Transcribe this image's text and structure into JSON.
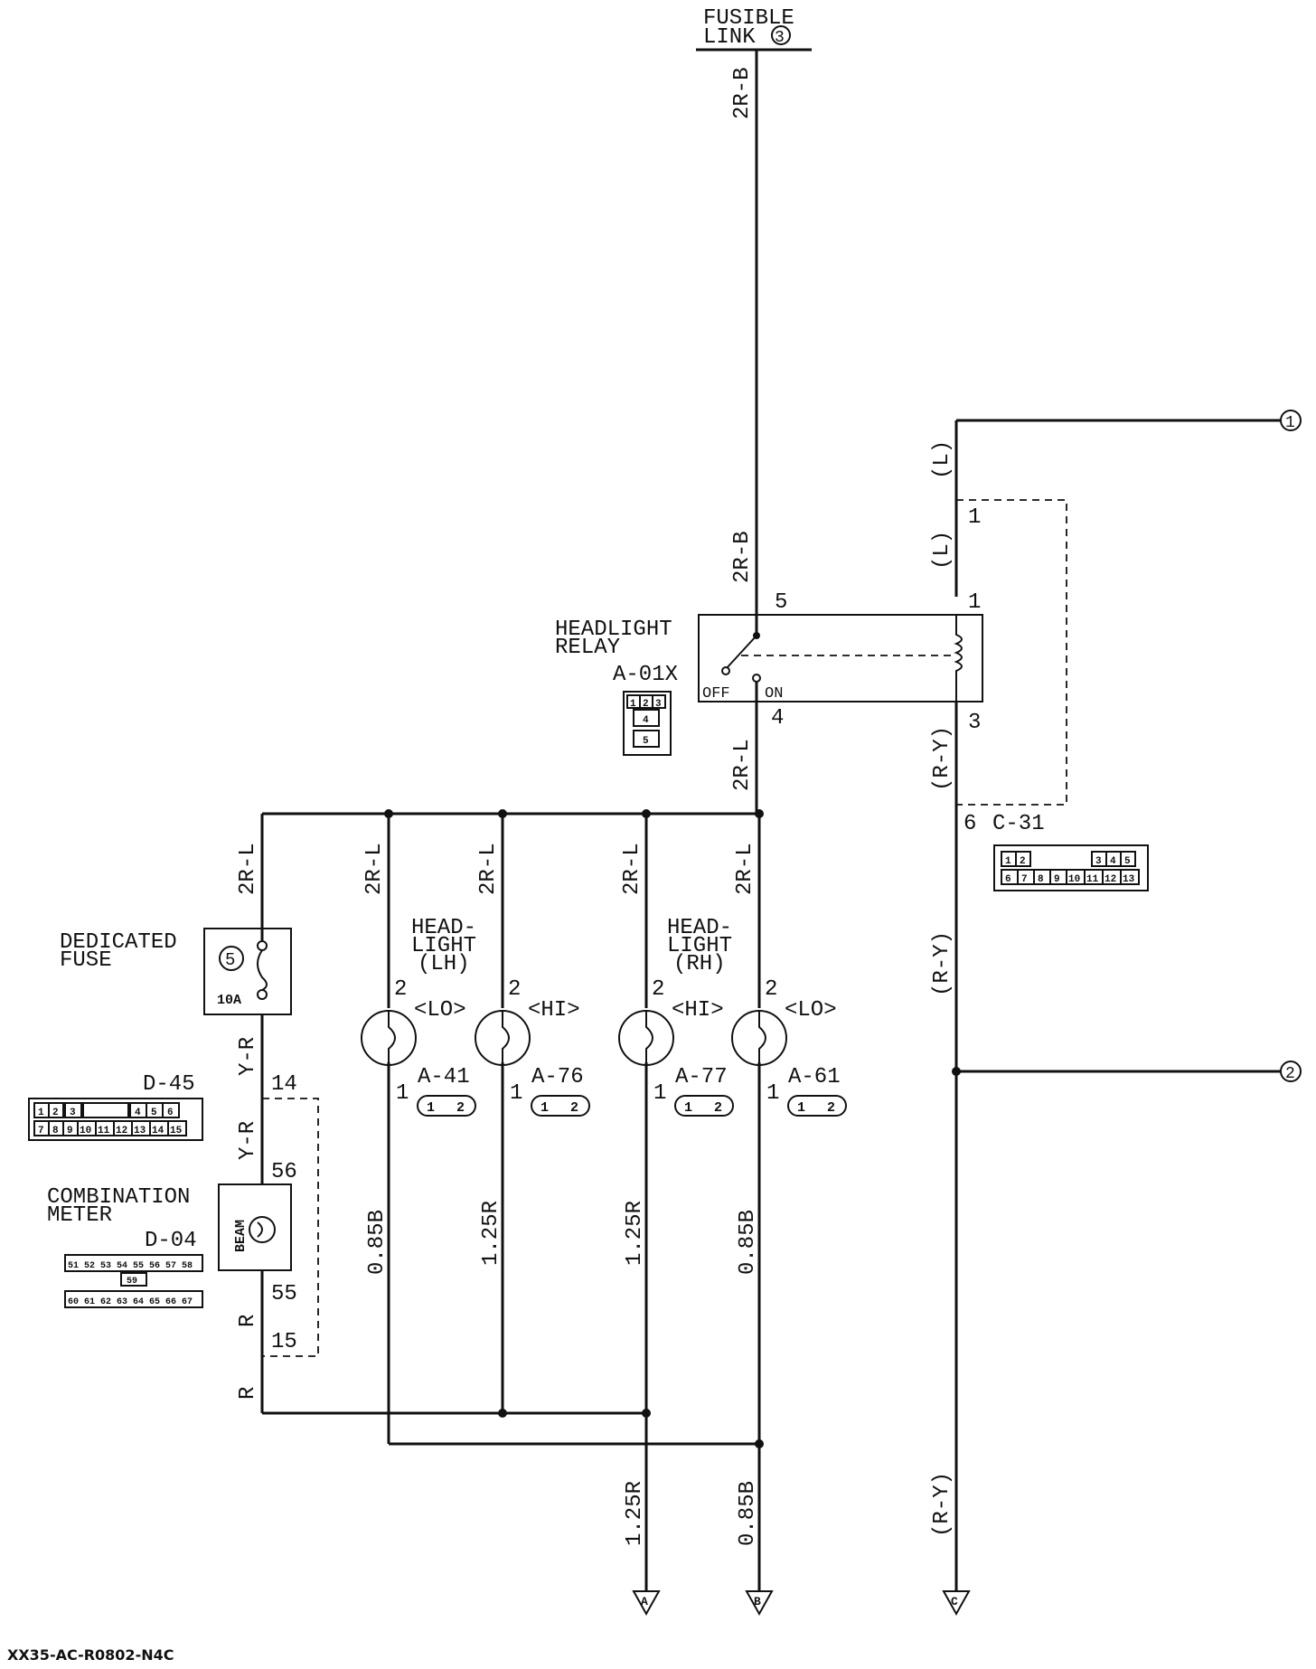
{
  "fusible_link": {
    "line1": "FUSIBLE",
    "line2": "LINK",
    "num": "3"
  },
  "wires": {
    "top": "2R-B",
    "relay_in": "2R-B",
    "relay_out": "2R-L",
    "fuse_in": "2R-L",
    "lh_lo": "2R-L",
    "lh_hi": "2R-L",
    "rh_hi": "2R-L",
    "rh_lo": "2R-L",
    "coil_top": "(L)",
    "coil_top2": "(L)",
    "coil_bot": "(R-Y)",
    "right_mid": "(R-Y)",
    "right_bot": "(R-Y)",
    "fuse_out": "Y-R",
    "meter_in": "Y-R",
    "meter_out": "R",
    "ground_r": "R",
    "g_a41": "0.85B",
    "g_a76": "1.25R",
    "g_a77": "1.25R",
    "g_a61": "0.85B",
    "out_a": "1.25R",
    "out_b": "0.85B"
  },
  "relay": {
    "name1": "HEADLIGHT",
    "name2": "RELAY",
    "code": "A-01X",
    "off": "OFF",
    "on": "ON",
    "pin5": "5",
    "pin4": "4",
    "pin1": "1",
    "pin3": "3",
    "connector": [
      "1",
      "2",
      "3",
      "4",
      "5"
    ]
  },
  "c31": {
    "code": "C-31",
    "pin1": "1",
    "pin6": "6",
    "row1": [
      "1",
      "2",
      "",
      "3",
      "4",
      "5"
    ],
    "row2": [
      "6",
      "7",
      "8",
      "9",
      "10",
      "11",
      "12",
      "13"
    ]
  },
  "fuse": {
    "line1": "DEDICATED",
    "line2": "FUSE",
    "num": "5",
    "rating": "10A"
  },
  "d45": {
    "code": "D-45",
    "pin14": "14",
    "pin15": "15",
    "row1": [
      "1",
      "2",
      "3",
      "",
      "4",
      "5",
      "6"
    ],
    "row2": [
      "7",
      "8",
      "9",
      "10",
      "11",
      "12",
      "13",
      "14",
      "15"
    ]
  },
  "meter": {
    "line1": "COMBINATION",
    "line2": "METER",
    "code": "D-04",
    "beam": "BEAM",
    "pin56": "56",
    "pin55": "55",
    "row1": [
      "51",
      "52",
      "53",
      "54",
      "55",
      "56",
      "57",
      "58"
    ],
    "mid": "59",
    "row2": [
      "60",
      "61",
      "62",
      "63",
      "64",
      "65",
      "66",
      "67"
    ]
  },
  "headlight_lh": {
    "line1": "HEAD-",
    "line2": "LIGHT",
    "line3": "(LH)"
  },
  "headlight_rh": {
    "line1": "HEAD-",
    "line2": "LIGHT",
    "line3": "(RH)"
  },
  "lamps": [
    {
      "code": "A-41",
      "beam": "<LO>",
      "pin_top": "2",
      "pin_bot": "1"
    },
    {
      "code": "A-76",
      "beam": "<HI>",
      "pin_top": "2",
      "pin_bot": "1"
    },
    {
      "code": "A-77",
      "beam": "<HI>",
      "pin_top": "2",
      "pin_bot": "1"
    },
    {
      "code": "A-61",
      "beam": "<LO>",
      "pin_top": "2",
      "pin_bot": "1"
    }
  ],
  "lamp_connector": {
    "p1": "1",
    "p2": "2"
  },
  "offpage": {
    "n1": "1",
    "n2": "2",
    "a": "A",
    "b": "B",
    "c": "C"
  },
  "footer": "XX35-AC-R0802-N4C"
}
